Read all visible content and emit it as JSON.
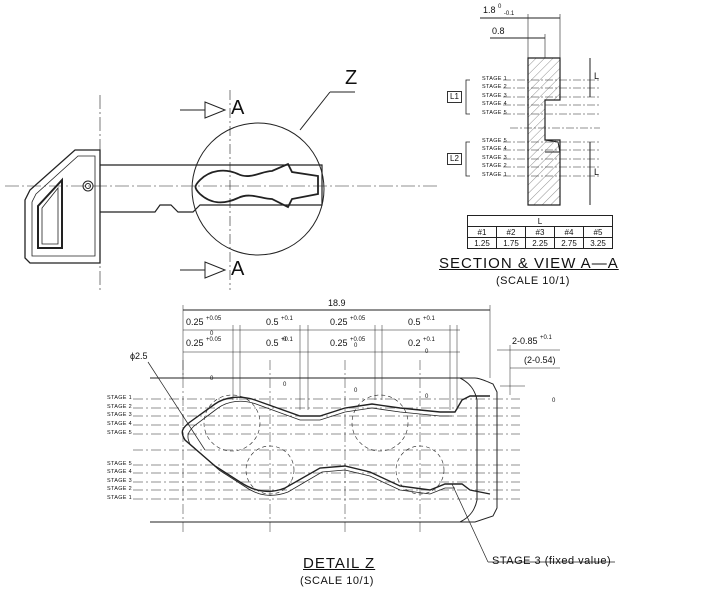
{
  "view_labels": {
    "z_marker": "Z",
    "section_arrow_top": "A",
    "section_arrow_bottom": "A"
  },
  "section_view": {
    "title": "SECTION & VIEW A—A",
    "scale": "(SCALE 10/1)",
    "dim_thickness": "1.8",
    "dim_thickness_tol_upper": "0",
    "dim_thickness_tol_lower": "-0.1",
    "dim_cut": "0.8",
    "group_l1": "L1",
    "group_l2": "L2",
    "l_side_label": "L",
    "stages_upper": [
      "STAGE 1",
      "STAGE 2",
      "STAGE 3",
      "STAGE 4",
      "STAGE 5"
    ],
    "stages_lower": [
      "STAGE 5",
      "STAGE 4",
      "STAGE 3",
      "STAGE 2",
      "STAGE 1"
    ],
    "table": {
      "header": "L",
      "columns": [
        "#1",
        "#2",
        "#3",
        "#4",
        "#5"
      ],
      "values": [
        "1.25",
        "1.75",
        "2.25",
        "2.75",
        "3.25"
      ]
    }
  },
  "detail_view": {
    "title": "DETAIL Z",
    "scale": "(SCALE 10/1)",
    "overall_length": "18.9",
    "diameter": "ϕ2.5",
    "stages_upper": [
      "STAGE 1",
      "STAGE 2",
      "STAGE 3",
      "STAGE 4",
      "STAGE 5"
    ],
    "stages_lower": [
      "STAGE 5",
      "STAGE 4",
      "STAGE 3",
      "STAGE 2",
      "STAGE 1"
    ],
    "pitch_row1": [
      {
        "value": "0.25",
        "upper": "+0.05",
        "lower": "0"
      },
      {
        "value": "0.5",
        "upper": "+0.1",
        "lower": "0"
      },
      {
        "value": "0.25",
        "upper": "+0.05",
        "lower": "0"
      },
      {
        "value": "0.5",
        "upper": "+0.1",
        "lower": "0"
      }
    ],
    "pitch_row2": [
      {
        "value": "0.25",
        "upper": "+0.05",
        "lower": "0"
      },
      {
        "value": "0.5",
        "upper": "+0.1",
        "lower": "0"
      },
      {
        "value": "0.25",
        "upper": "+0.05",
        "lower": "0"
      },
      {
        "value": "0.2",
        "upper": "+0.1",
        "lower": "0"
      }
    ],
    "tip_dim": "2-0.85",
    "tip_dim_upper": "+0.1",
    "tip_dim_lower": "0",
    "tip_dim_ref": "(2-0.54)",
    "stage3_note": "STAGE 3 (fixed value)"
  }
}
